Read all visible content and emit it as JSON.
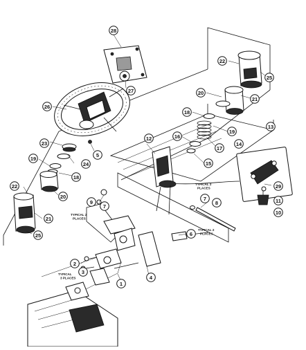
{
  "diagram": {
    "callouts": [
      {
        "label": "28"
      },
      {
        "label": "27"
      },
      {
        "label": "26"
      },
      {
        "label": "5"
      },
      {
        "label": "22"
      },
      {
        "label": "25"
      },
      {
        "label": "21"
      },
      {
        "label": "20"
      },
      {
        "label": "18"
      },
      {
        "label": "19"
      },
      {
        "label": "17"
      },
      {
        "label": "16"
      },
      {
        "label": "15"
      },
      {
        "label": "14"
      },
      {
        "label": "13"
      },
      {
        "label": "12"
      },
      {
        "label": "23"
      },
      {
        "label": "24"
      },
      {
        "label": "19"
      },
      {
        "label": "18"
      },
      {
        "label": "20"
      },
      {
        "label": "22"
      },
      {
        "label": "21"
      },
      {
        "label": "25"
      },
      {
        "label": "9"
      },
      {
        "label": "7"
      },
      {
        "label": "7"
      },
      {
        "label": "8"
      },
      {
        "label": "6"
      },
      {
        "label": "2"
      },
      {
        "label": "3"
      },
      {
        "label": "1"
      },
      {
        "label": "4"
      },
      {
        "label": "29"
      },
      {
        "label": "11"
      },
      {
        "label": "10"
      }
    ],
    "notes": [
      {
        "line1": "TYPICAL 2",
        "line2": "PLACES"
      },
      {
        "line1": "TYPICAL 2",
        "line2": "PLACES"
      },
      {
        "line1": "TYPICAL 2",
        "line2": "PLACES"
      },
      {
        "line1": "TYPICAL",
        "line2": "3 PLACES"
      }
    ]
  }
}
